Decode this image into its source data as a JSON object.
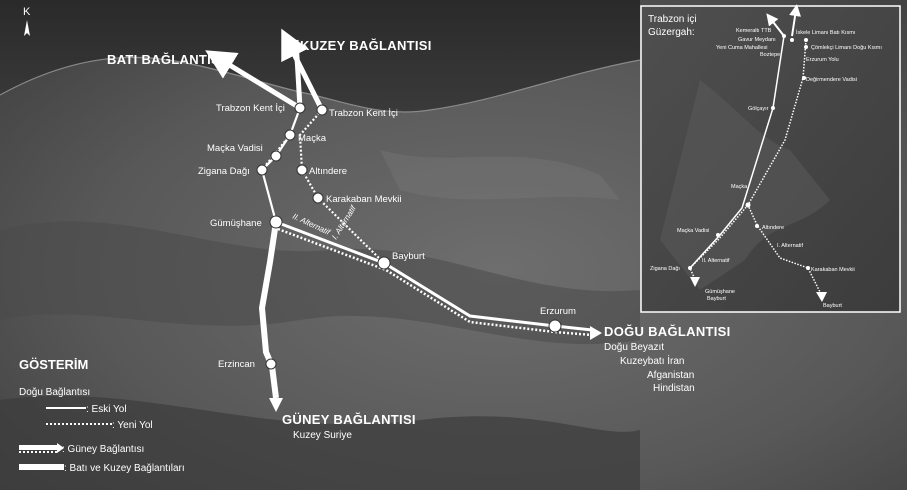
{
  "north_symbol": "K",
  "connections": {
    "west": "BATI BAĞLANTISI",
    "north": "KUZEY BAĞLANTISI",
    "east": "DOĞU BAĞLANTISI",
    "south": "GÜNEY BAĞLANTISI",
    "south_sub": "Kuzey Suriye",
    "east_sub": [
      "Doğu Beyazıt",
      "Kuzeybatı İran",
      "Afganistan",
      "Hindistan"
    ]
  },
  "places": {
    "trabzon_west": "Trabzon Kent İçi",
    "trabzon_east": "Trabzon Kent İçi",
    "macka": "Maçka",
    "macka_vadisi": "Maçka Vadisi",
    "zigana": "Zigana Dağı",
    "altindere": "Altındere",
    "karakaban": "Karakaban Mevkii",
    "gumushane": "Gümüşhane",
    "bayburt": "Bayburt",
    "erzurum": "Erzurum",
    "erzincan": "Erzincan"
  },
  "alternatives": {
    "first": "I. Alternatif",
    "second": "II. Alternatif"
  },
  "legend": {
    "title": "GÖSTERİM",
    "group": "Doğu Bağlantısı",
    "old_road": ": Eski Yol",
    "new_road": ": Yeni Yol",
    "south": ": Güney Bağlantısı",
    "west_north": ": Batı ve Kuzey Bağlantıları"
  },
  "inset": {
    "title_line1": "Trabzon içi",
    "title_line2": "Güzergah:",
    "labels": {
      "kemerali": "Kemeraltı TTB",
      "gavur": "Gavur Meydanı",
      "yenicuma": "Yeni Cuma Mahallesi",
      "boztepe": "Boztepe",
      "liman_bati": "İskele Limanı Batı Kısmı",
      "liman_dogu": "Çömlekçi Limanı Doğu Kısmı",
      "erzurum_yolu": "Erzurum Yolu",
      "degirmendere": "Değirmendere Vadisi",
      "golcayir": "Gölçayır",
      "macka": "Maçka",
      "macka_vadisi": "Maçka Vadisi",
      "altindere": "Altındere",
      "alt1": "I. Alternatif",
      "alt2": "II. Alternatif",
      "zigana": "Zigana Dağı",
      "karakaban": "Karakaban Mevkii",
      "gumushane": "Gümüşhane",
      "bayburt_a": "Bayburt",
      "bayburt_b": "Bayburt"
    }
  }
}
